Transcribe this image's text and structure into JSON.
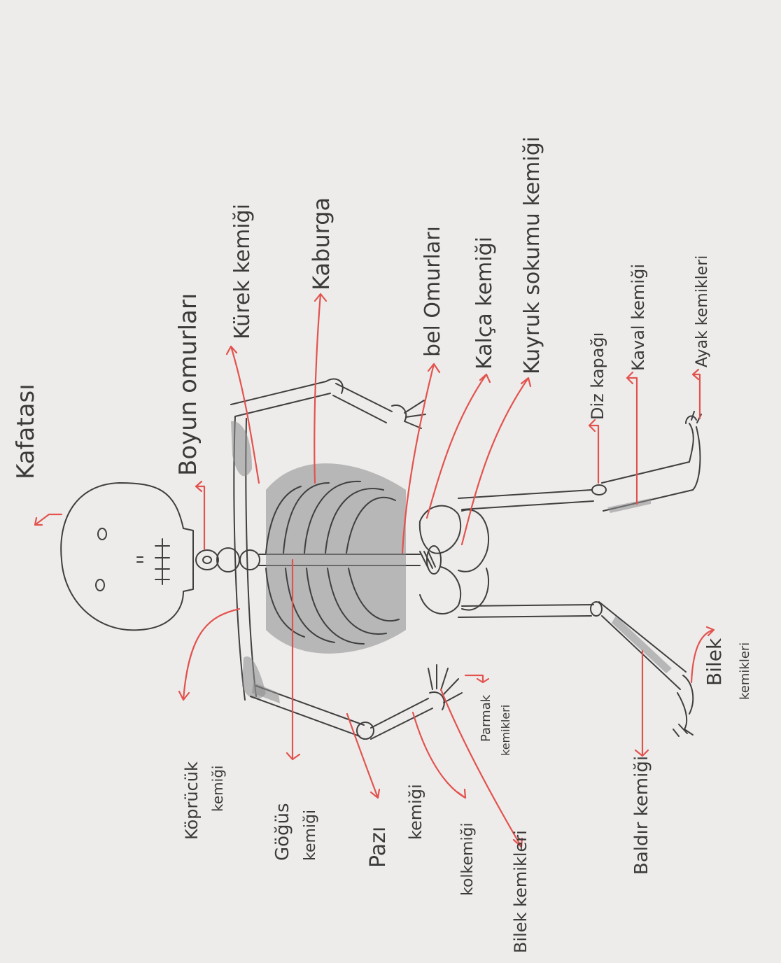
{
  "diagram": {
    "orientation": "rotated 90 degrees clockwise",
    "colors": {
      "paper": "#eeecea",
      "pencil": "#3f3f3f",
      "arrows": "#e2534f",
      "shading": "#8c8c8c"
    },
    "labels": {
      "kafatasi": "Kafatası",
      "boyun": "Boyun omurları",
      "kurek": "Kürek kemiği",
      "kaburga": "Kaburga",
      "bel": "bel Omurları",
      "kalca": "Kalça kemiği",
      "kuyruk": "Kuyruk sokumu kemiği",
      "diz": "Diz kapağı",
      "kaval": "Kaval kemiği",
      "ayak": "Ayak kemikleri",
      "kopru_1": "Köprücük",
      "kopru_2": "kemiği",
      "gogus_1": "Göğüs",
      "gogus_2": "kemiği",
      "pazi_1": "Pazı",
      "pazi_2": "kemiği",
      "kol": "kolkemiği",
      "bilek_upper": "Bilek kemikleri",
      "parmak_1": "Parmak",
      "parmak_2": "kemikleri",
      "baldir": "Baldır kemiği",
      "bilek_lower_1": "Bilek",
      "bilek_lower_2": "kemikleri"
    }
  }
}
